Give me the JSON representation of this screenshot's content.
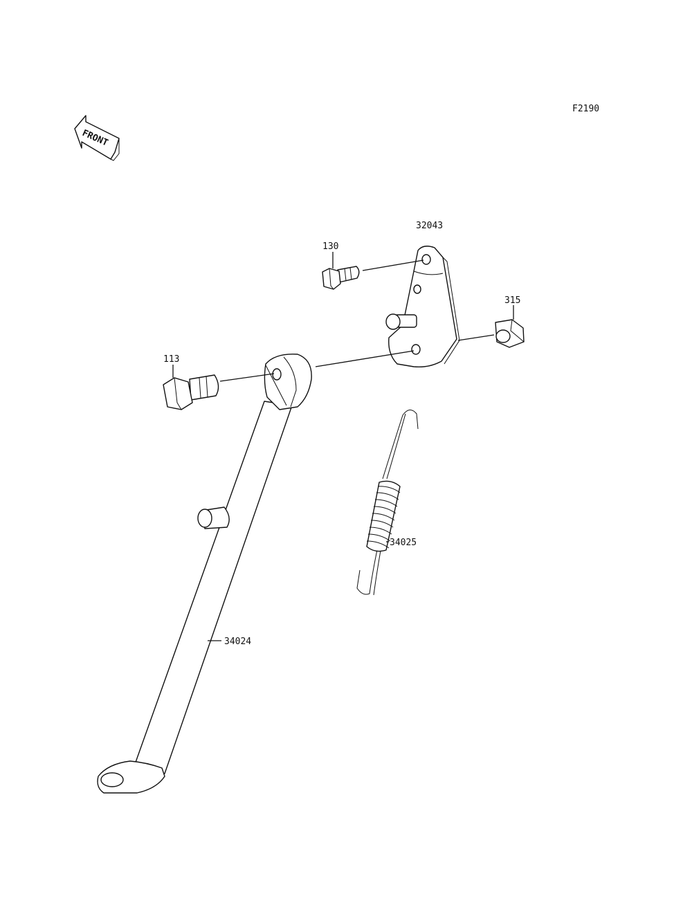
{
  "figure_code": "F2190",
  "front_arrow": {
    "text": "FRONT",
    "icon": "front-arrow-icon"
  },
  "callouts": {
    "p32043": "32043",
    "p130": "130",
    "p315": "315",
    "p113": "113",
    "p34025": "34025",
    "p34024": "34024"
  }
}
